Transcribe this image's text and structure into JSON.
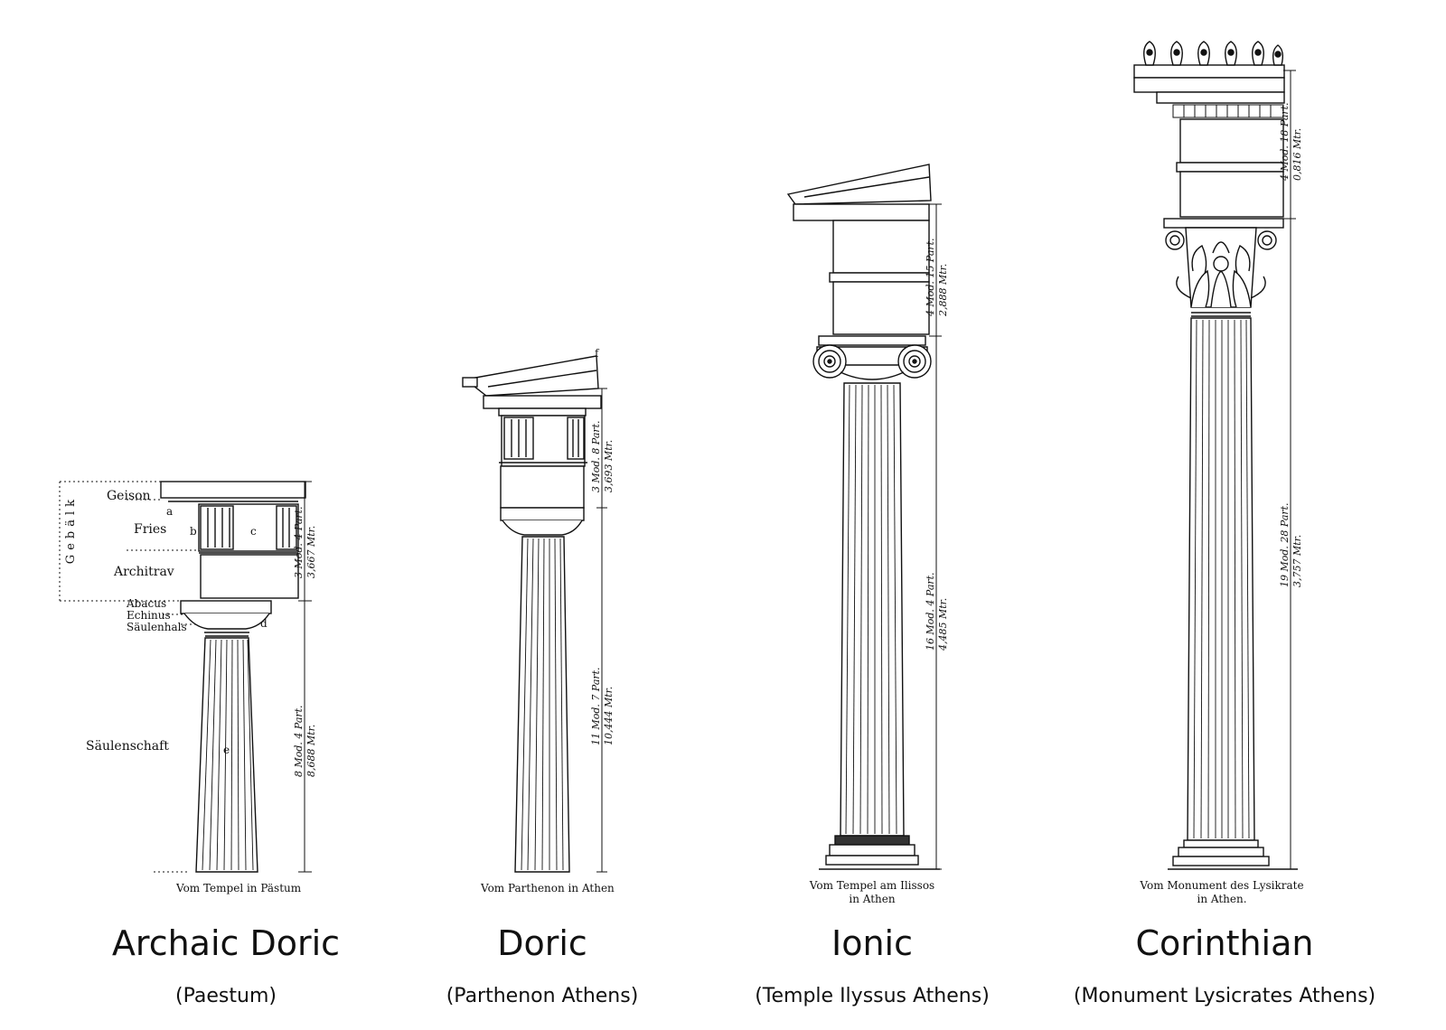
{
  "orders": [
    {
      "id": "archaic-doric",
      "title": "Archaic Doric",
      "subtitle": "(Paestum)",
      "source": "Vom Tempel in Pästum",
      "entablature_dim": [
        "3 Mod. 4 Part.",
        "3,667 Mtr."
      ],
      "column_dim": [
        "8 Mod. 4 Part.",
        "8,688 Mtr."
      ],
      "labels": {
        "gebalk": "Gebälk",
        "geison": "Geison",
        "fries": "Fries",
        "architrav": "Architrav",
        "abacus": "Abacus",
        "echinus": "Echinus",
        "saeulenhals": "Säulenhals",
        "saeulenschaft": "Säulenschaft",
        "a": "a",
        "b": "b",
        "c": "c",
        "d": "d",
        "e": "e"
      }
    },
    {
      "id": "doric",
      "title": "Doric",
      "subtitle": "(Parthenon Athens)",
      "source": "Vom Parthenon in Athen",
      "entablature_dim": [
        "3 Mod. 8 Part.",
        "3,693 Mtr."
      ],
      "column_dim": [
        "11 Mod. 7 Part.",
        "10,444 Mtr."
      ],
      "labels": {
        "f": "f"
      }
    },
    {
      "id": "ionic",
      "title": "Ionic",
      "subtitle": "(Temple Ilyssus Athens)",
      "source": [
        "Vom Tempel am Ilissos",
        "in Athen"
      ],
      "entablature_dim": [
        "4 Mod. 15 Part.",
        "2,888 Mtr."
      ],
      "column_dim": [
        "16 Mod. 4 Part.",
        "4,485 Mtr."
      ]
    },
    {
      "id": "corinthian",
      "title": "Corinthian",
      "subtitle": "(Monument Lysicrates Athens)",
      "source": [
        "Vom Monument des Lysikrate",
        "in Athen."
      ],
      "entablature_dim": [
        "4 Mod. 18 Part.",
        "0,816 Mtr."
      ],
      "column_dim": [
        "19 Mod. 28 Part.",
        "3,757 Mtr."
      ]
    }
  ]
}
